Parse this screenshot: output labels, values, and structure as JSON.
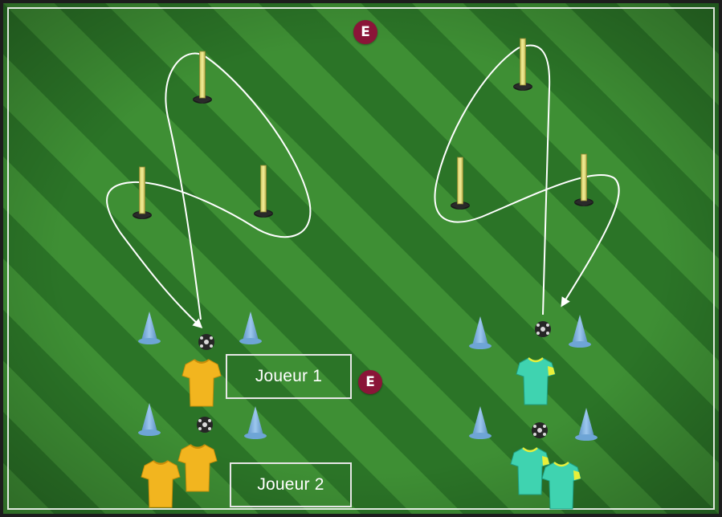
{
  "diagram": {
    "labels": {
      "player1": "Joueur 1",
      "player2": "Joueur 2"
    },
    "educator_badge": "E",
    "colors": {
      "grass_dark": "#2f7d2a",
      "grass_light": "#4f9d3e",
      "pole": "#e9e27a",
      "cone": "#7fb3e0",
      "jersey_team_a": "#f2b51f",
      "jersey_team_b": "#3fd3b0",
      "badge": "#8a1538",
      "path": "#ffffff"
    },
    "icons": [
      "pole-marker-icon",
      "cone-icon",
      "ball-icon",
      "jersey-icon",
      "coach-badge-icon"
    ]
  }
}
